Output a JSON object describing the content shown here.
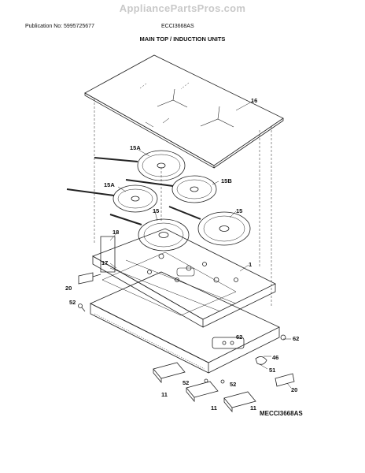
{
  "watermark": "AppliancePartsPros.com",
  "publication_label": "Publication No: 5995725677",
  "model_number": "ECCI3668AS",
  "section_title": "MAIN TOP / INDUCTION UNITS",
  "diagram_id": "MECCI3668AS",
  "parts": {
    "p16": "16",
    "p15A_top": "15A",
    "p15A_left": "15A",
    "p15B": "15B",
    "p15_mid": "15",
    "p15_right": "15",
    "p18": "18",
    "p17": "17",
    "p1": "1",
    "p20_left": "20",
    "p52_left": "52",
    "p62_center": "62",
    "p62_right": "62",
    "p46": "46",
    "p51": "51",
    "p20_right": "20",
    "p52_bottom": "52",
    "p52_bottom2": "52",
    "p11_left": "11",
    "p11_mid": "11",
    "p11_right": "11"
  }
}
